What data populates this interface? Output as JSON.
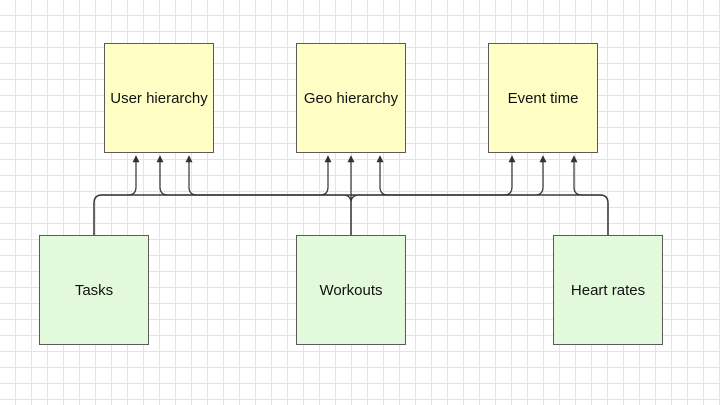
{
  "diagram": {
    "colors": {
      "dimension_fill": "#ffffc5",
      "fact_fill": "#e2f9dc",
      "border": "#5a5a5a",
      "connector": "#333333",
      "grid": "#e4e4e4"
    },
    "dimensions": [
      {
        "id": "user",
        "label": "User hierarchy"
      },
      {
        "id": "geo",
        "label": "Geo hierarchy"
      },
      {
        "id": "time",
        "label": "Event time"
      }
    ],
    "facts": [
      {
        "id": "tasks",
        "label": "Tasks"
      },
      {
        "id": "workouts",
        "label": "Workouts"
      },
      {
        "id": "heart",
        "label": "Heart rates"
      }
    ]
  }
}
